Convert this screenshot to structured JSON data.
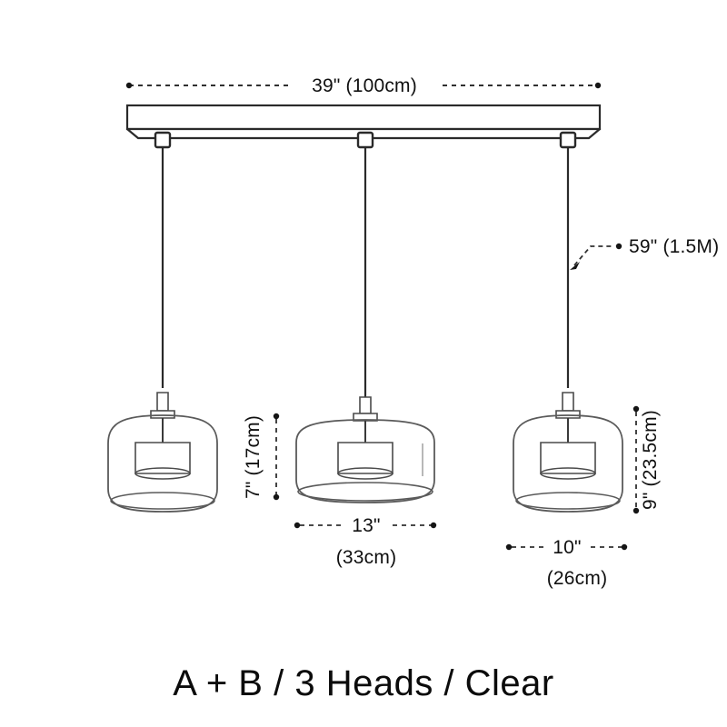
{
  "product": {
    "caption": "A + B / 3 Heads / Clear",
    "colors": {
      "outline": "#2a2a2a",
      "glass_stroke": "#5a5a5a",
      "dimension_line": "#303030",
      "text": "#101010",
      "background": "#ffffff"
    }
  },
  "dimensions": {
    "canopy_width": "39\" (100cm)",
    "drop_length": "59\" (1.5M)",
    "middle_shade_height": "7\" (17cm)",
    "side_shade_height": "9\" (23.5cm)",
    "middle_shade_width_in": "13\"",
    "middle_shade_width_cm": "(33cm)",
    "side_shade_width_in": "10\"",
    "side_shade_width_cm": "(26cm)"
  },
  "parts": {
    "canopy_label": "ceiling-canopy-bar",
    "cord_label": "hanging-cord",
    "mount_label": "cord-mount-block",
    "shade_left_label": "glass-shade-left",
    "shade_middle_label": "glass-shade-middle",
    "shade_right_label": "glass-shade-right",
    "diffuser_label": "inner-diffuser-cylinder",
    "socket_label": "socket-collar"
  }
}
